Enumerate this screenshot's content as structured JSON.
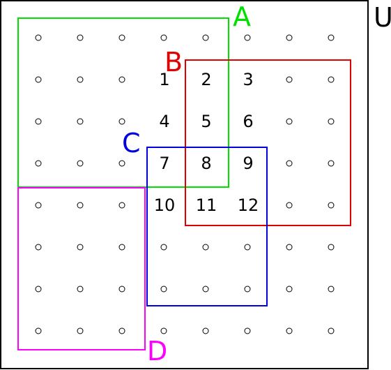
{
  "universe": {
    "label": "U",
    "color": "#000000"
  },
  "sets": [
    {
      "id": "A",
      "label": "A",
      "color": "#00e000"
    },
    {
      "id": "B",
      "label": "B",
      "color": "#e00000"
    },
    {
      "id": "C",
      "label": "C",
      "color": "#0000e0"
    },
    {
      "id": "D",
      "label": "D",
      "color": "#ff00ff"
    }
  ],
  "grid": {
    "rows": 8,
    "cols": 8
  },
  "numbers": [
    {
      "row": 1,
      "col": 3,
      "text": "1"
    },
    {
      "row": 1,
      "col": 4,
      "text": "2"
    },
    {
      "row": 1,
      "col": 5,
      "text": "3"
    },
    {
      "row": 2,
      "col": 3,
      "text": "4"
    },
    {
      "row": 2,
      "col": 4,
      "text": "5"
    },
    {
      "row": 2,
      "col": 5,
      "text": "6"
    },
    {
      "row": 3,
      "col": 3,
      "text": "7"
    },
    {
      "row": 3,
      "col": 4,
      "text": "8"
    },
    {
      "row": 3,
      "col": 5,
      "text": "9"
    },
    {
      "row": 4,
      "col": 3,
      "text": "10"
    },
    {
      "row": 4,
      "col": 4,
      "text": "11"
    },
    {
      "row": 4,
      "col": 5,
      "text": "12"
    }
  ]
}
